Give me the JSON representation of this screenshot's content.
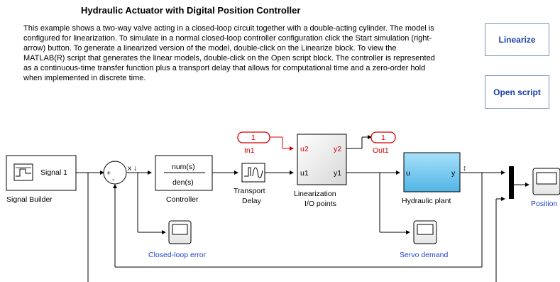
{
  "header": {
    "title": "Hydraulic Actuator with Digital Position Controller",
    "description": "This example shows a two-way valve acting in a closed-loop circuit together with a double-acting cylinder. The model is configured for linearization. To simulate in a normal closed-loop controller configuration click the Start simulation (right-arrow) button. To generate a linearized version of the model, double-click on the Linearize block. To view the MATLAB(R) script that generates the linear models, double-click on the Open script block. The controller is represented as a continuous-time transfer function plus a transport delay that allows for computational time and a zero-order hold when implemented in discrete time."
  },
  "buttons": {
    "linearize": "Linearize",
    "open_script": "Open script"
  },
  "blocks": {
    "signal_builder": {
      "inner_label": "Signal 1",
      "name": "Signal Builder"
    },
    "sum": {
      "plus_sign": "+",
      "minus_sign": "-"
    },
    "controller": {
      "numerator": "num(s)",
      "denominator": "den(s)",
      "name": "Controller"
    },
    "transport_delay": {
      "name_line1": "Transport",
      "name_line2": "Delay"
    },
    "linearization": {
      "port_u2": "u2",
      "port_y2": "y2",
      "port_u1": "u1",
      "port_y1": "y1",
      "name_line1": "Linearization",
      "name_line2": "I/O points"
    },
    "in1": {
      "number": "1",
      "name": "In1"
    },
    "out1": {
      "number": "1",
      "name": "Out1"
    },
    "hydraulic_plant": {
      "port_u": "u",
      "port_y": "y",
      "name": "Hydraulic plant"
    },
    "closed_loop_error": {
      "name": "Closed-loop error"
    },
    "servo_demand": {
      "name": "Servo demand"
    },
    "position": {
      "name": "Position"
    }
  },
  "signals": {
    "x_marker": "x",
    "down_arrow": "↓",
    "up_down_arrow": "↕"
  },
  "colors": {
    "button_text": "#1a3fa6",
    "button_border": "#7790c0",
    "port_red": "#d40000",
    "scope_blue": "#1f3fd6",
    "plant_fill": "#6cc4ef"
  }
}
